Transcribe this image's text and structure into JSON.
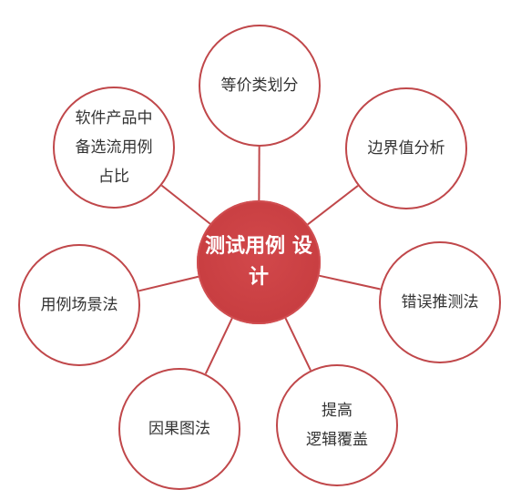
{
  "colors": {
    "accent": "#c0474a",
    "center_fill": "#c83e41",
    "line": "#c0474a",
    "text": "#333333",
    "center_text": "#ffffff"
  },
  "center": {
    "lines": [
      "测试用例",
      "设计"
    ]
  },
  "nodes": [
    {
      "id": "equivalence-partitioning",
      "lines": [
        "等价类划分"
      ]
    },
    {
      "id": "boundary-value-analysis",
      "lines": [
        "边界值分析"
      ]
    },
    {
      "id": "error-guessing",
      "lines": [
        "错误推测法"
      ]
    },
    {
      "id": "logic-coverage",
      "lines": [
        "提高",
        "逻辑覆盖"
      ]
    },
    {
      "id": "cause-effect-graph",
      "lines": [
        "因果图法"
      ]
    },
    {
      "id": "scenario-method",
      "lines": [
        "用例场景法"
      ]
    },
    {
      "id": "alternate-flow-ratio",
      "lines": [
        "软件产品中",
        "备选流用例",
        "占比"
      ]
    }
  ]
}
